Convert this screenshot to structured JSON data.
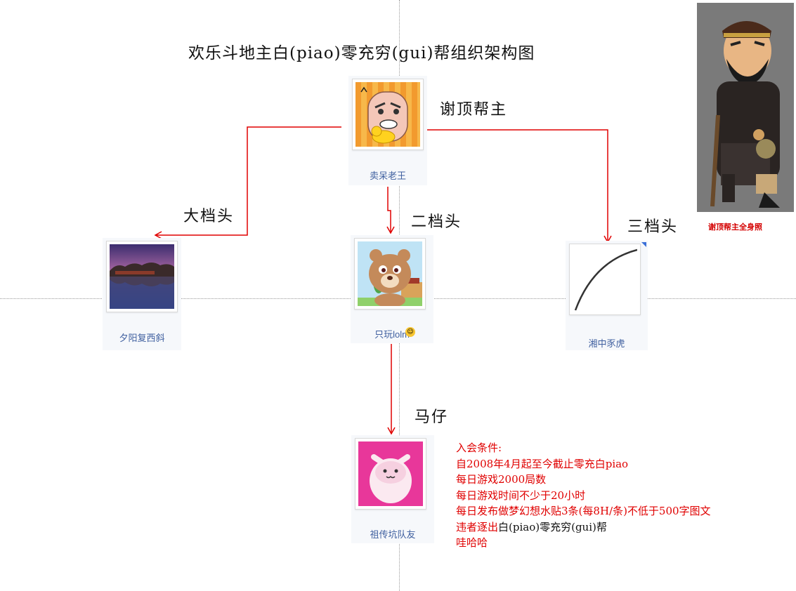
{
  "title": "欢乐斗地主白(piao)零充穷(gui)帮组织架构图",
  "roles": {
    "leader": "谢顶帮主",
    "first": "大档头",
    "second": "二档头",
    "third": "三档头",
    "minion": "马仔"
  },
  "members": {
    "leader": "卖呆老王",
    "first": "夕阳复西斜",
    "second": "只玩lolm",
    "third": "湘中豕虎",
    "minion": "祖传坑队友"
  },
  "portrait_caption": "谢顶帮主全身照",
  "requirements": {
    "heading": "入会条件:",
    "line1": "自2008年4月起至今截止零充白piao",
    "line2": "每日游戏2000局数",
    "line3": "每日游戏时间不少于20小时",
    "line4": "每日发布做梦幻想水贴3条(每8H/条)不低于500字图文",
    "line5_red": "违者逐出",
    "line5_dark": "白(piao)零充穷(gui)帮",
    "line6": "哇哈哈"
  },
  "colors": {
    "connector": "#e00000",
    "requirements_text": "#e00000",
    "name_text": "#3f5f9f"
  }
}
